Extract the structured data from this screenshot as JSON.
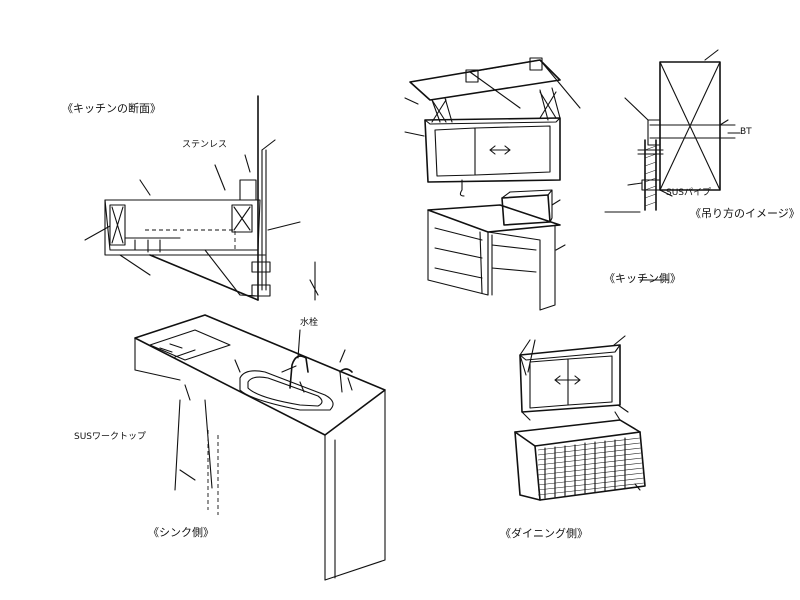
{
  "titles": {
    "kitchen_section": "《キッチンの断面》",
    "sink_side": "《シンク側》",
    "kitchen_side": "《キッチン側》",
    "dining_side": "《ダイニング側》",
    "hanging_image": "《吊り方のイメージ》"
  },
  "labels": {
    "sus_worktop": "SUSワークトップ",
    "stainless": "ステンレス",
    "faucet": "水栓",
    "bt": "BT",
    "sus_pipe": "SUSパイプ"
  }
}
